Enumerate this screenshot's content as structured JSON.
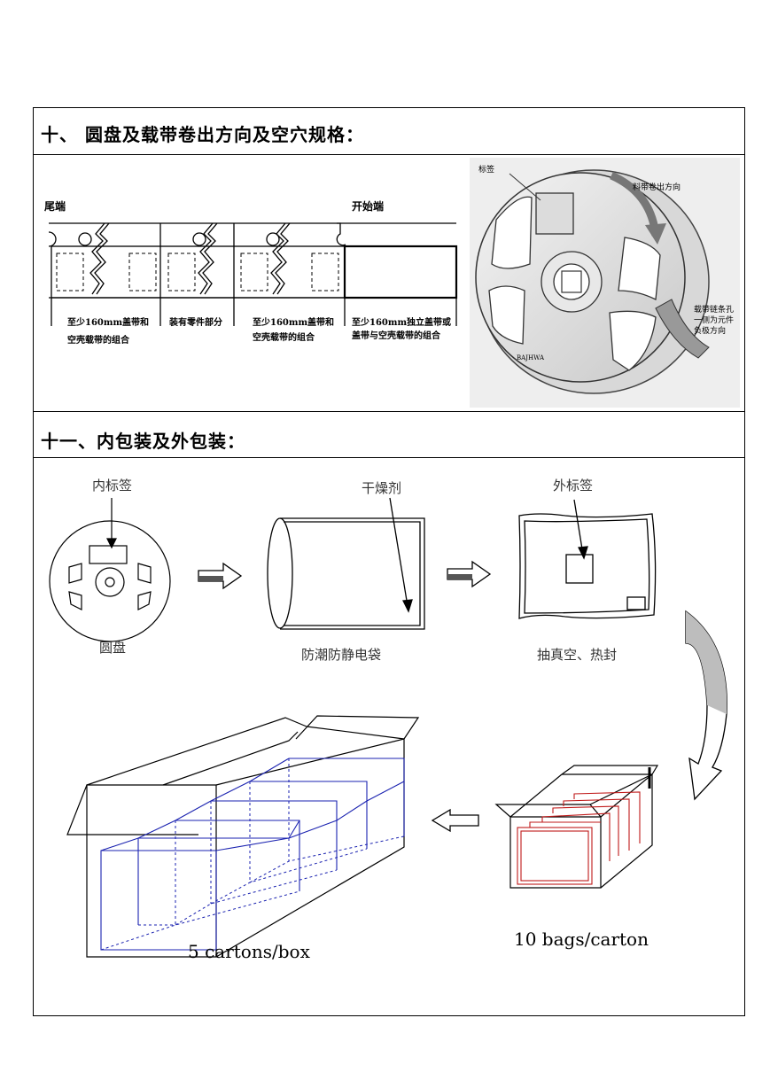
{
  "section10": {
    "title": "十、 圆盘及载带卷出方向及空穴规格：",
    "tail_label": "尾端",
    "start_label": "开始端",
    "seg1_line1": "至少160mm盖带和",
    "seg1_line2": "空壳载带的组合",
    "seg2_line1": "装有零件部分",
    "seg3_line1": "至少160mm盖带和",
    "seg3_line2": "空壳载带的组合",
    "seg4_line1": "至少160mm独立盖带或",
    "seg4_line2": "盖带与空壳载带的组合",
    "reel_label": "标签",
    "reel_direction": "料带卷出方向",
    "reel_note_line1": "载带链条孔",
    "reel_note_line2": "一侧为元件",
    "reel_note_line3": "负极方向",
    "reel_brand": "BAJHWA"
  },
  "section11": {
    "title": "十一、内包装及外包装：",
    "inner_label": "内标签",
    "desiccant": "干燥剂",
    "outer_label": "外标签",
    "reel": "圆盘",
    "bag": "防潮防静电袋",
    "vacuum": "抽真空、热封",
    "cartons": "5 cartons/box",
    "bags": "10 bags/carton"
  }
}
